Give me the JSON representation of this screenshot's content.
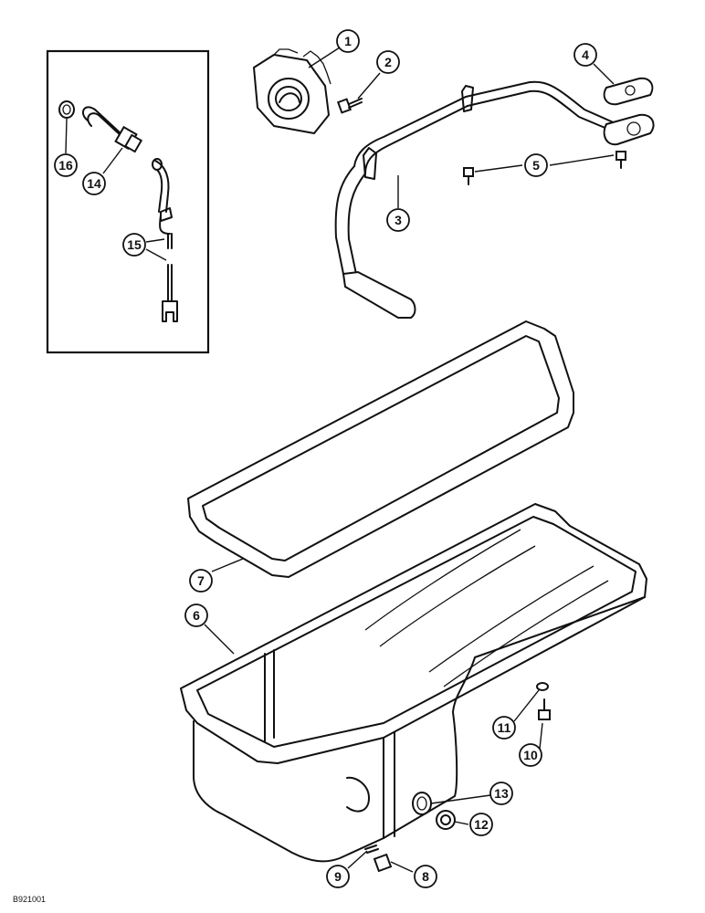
{
  "figure_id": "B921001",
  "callouts": [
    {
      "label": "1"
    },
    {
      "label": "2"
    },
    {
      "label": "3"
    },
    {
      "label": "4"
    },
    {
      "label": "5"
    },
    {
      "label": "6"
    },
    {
      "label": "7"
    },
    {
      "label": "8"
    },
    {
      "label": "9"
    },
    {
      "label": "10"
    },
    {
      "label": "11"
    },
    {
      "label": "12"
    },
    {
      "label": "13"
    },
    {
      "label": "14"
    },
    {
      "label": "15"
    },
    {
      "label": "16"
    }
  ]
}
